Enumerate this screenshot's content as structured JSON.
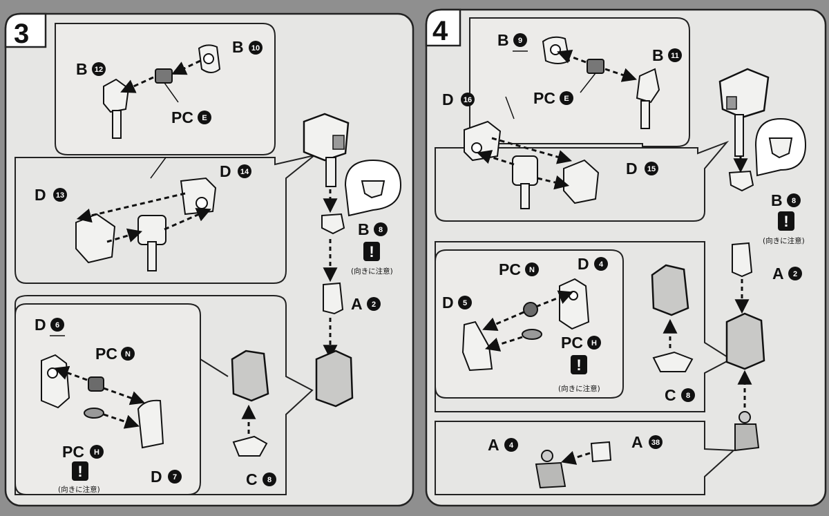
{
  "steps": [
    {
      "number": "3"
    },
    {
      "number": "4"
    }
  ],
  "caution_note": "(向きに注意)",
  "caution_symbol": "!",
  "parts": {
    "s3_b10": {
      "letter": "B",
      "number": "10"
    },
    "s3_b12": {
      "letter": "B",
      "number": "12"
    },
    "s3_pce": {
      "letter": "PC",
      "number": "E"
    },
    "s3_d14": {
      "letter": "D",
      "number": "14"
    },
    "s3_d13": {
      "letter": "D",
      "number": "13"
    },
    "s3_b8": {
      "letter": "B",
      "number": "8"
    },
    "s3_a2": {
      "letter": "A",
      "number": "2"
    },
    "s3_d6": {
      "letter": "D",
      "number": "6"
    },
    "s3_pcn": {
      "letter": "PC",
      "number": "N"
    },
    "s3_pch": {
      "letter": "PC",
      "number": "H"
    },
    "s3_d7": {
      "letter": "D",
      "number": "7"
    },
    "s3_c8": {
      "letter": "C",
      "number": "8"
    },
    "s4_b9": {
      "letter": "B",
      "number": "9"
    },
    "s4_b11": {
      "letter": "B",
      "number": "11"
    },
    "s4_pce": {
      "letter": "PC",
      "number": "E"
    },
    "s4_d16": {
      "letter": "D",
      "number": "16"
    },
    "s4_d15": {
      "letter": "D",
      "number": "15"
    },
    "s4_b8": {
      "letter": "B",
      "number": "8"
    },
    "s4_a2": {
      "letter": "A",
      "number": "2"
    },
    "s4_pcn": {
      "letter": "PC",
      "number": "N"
    },
    "s4_d4": {
      "letter": "D",
      "number": "4"
    },
    "s4_d5": {
      "letter": "D",
      "number": "5"
    },
    "s4_pch": {
      "letter": "PC",
      "number": "H"
    },
    "s4_c8": {
      "letter": "C",
      "number": "8"
    },
    "s4_a4": {
      "letter": "A",
      "number": "4"
    },
    "s4_a38": {
      "letter": "A",
      "number": "38"
    }
  },
  "colors": {
    "background": "#8f8f8f",
    "panel": "#e6e6e4",
    "subpanel": "#ecebe9",
    "ink": "#111111",
    "part_fill": "#f2f2f0",
    "part_shade": "#b9b9b7",
    "dark_part": "#6b6b6b"
  }
}
